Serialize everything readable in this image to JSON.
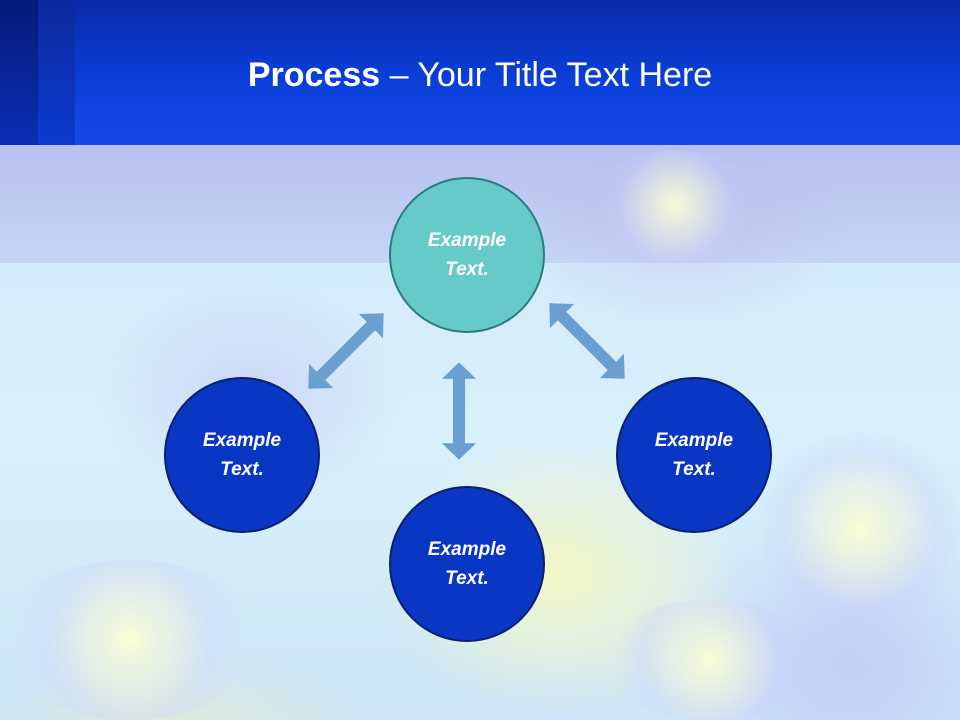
{
  "slide": {
    "title_bold": "Process",
    "title_rest": " – Your Title Text Here"
  },
  "diagram": {
    "nodes": [
      {
        "id": "top",
        "line1": "Example",
        "line2": "Text."
      },
      {
        "id": "left",
        "line1": "Example",
        "line2": "Text."
      },
      {
        "id": "right",
        "line1": "Example",
        "line2": "Text."
      },
      {
        "id": "bottom",
        "line1": "Example",
        "line2": "Text."
      }
    ],
    "colors": {
      "top_node_fill": "#66cbc8",
      "outer_node_fill": "#0a36c4",
      "arrow": "#6a9fd0",
      "header": "#0a3fd9"
    }
  }
}
